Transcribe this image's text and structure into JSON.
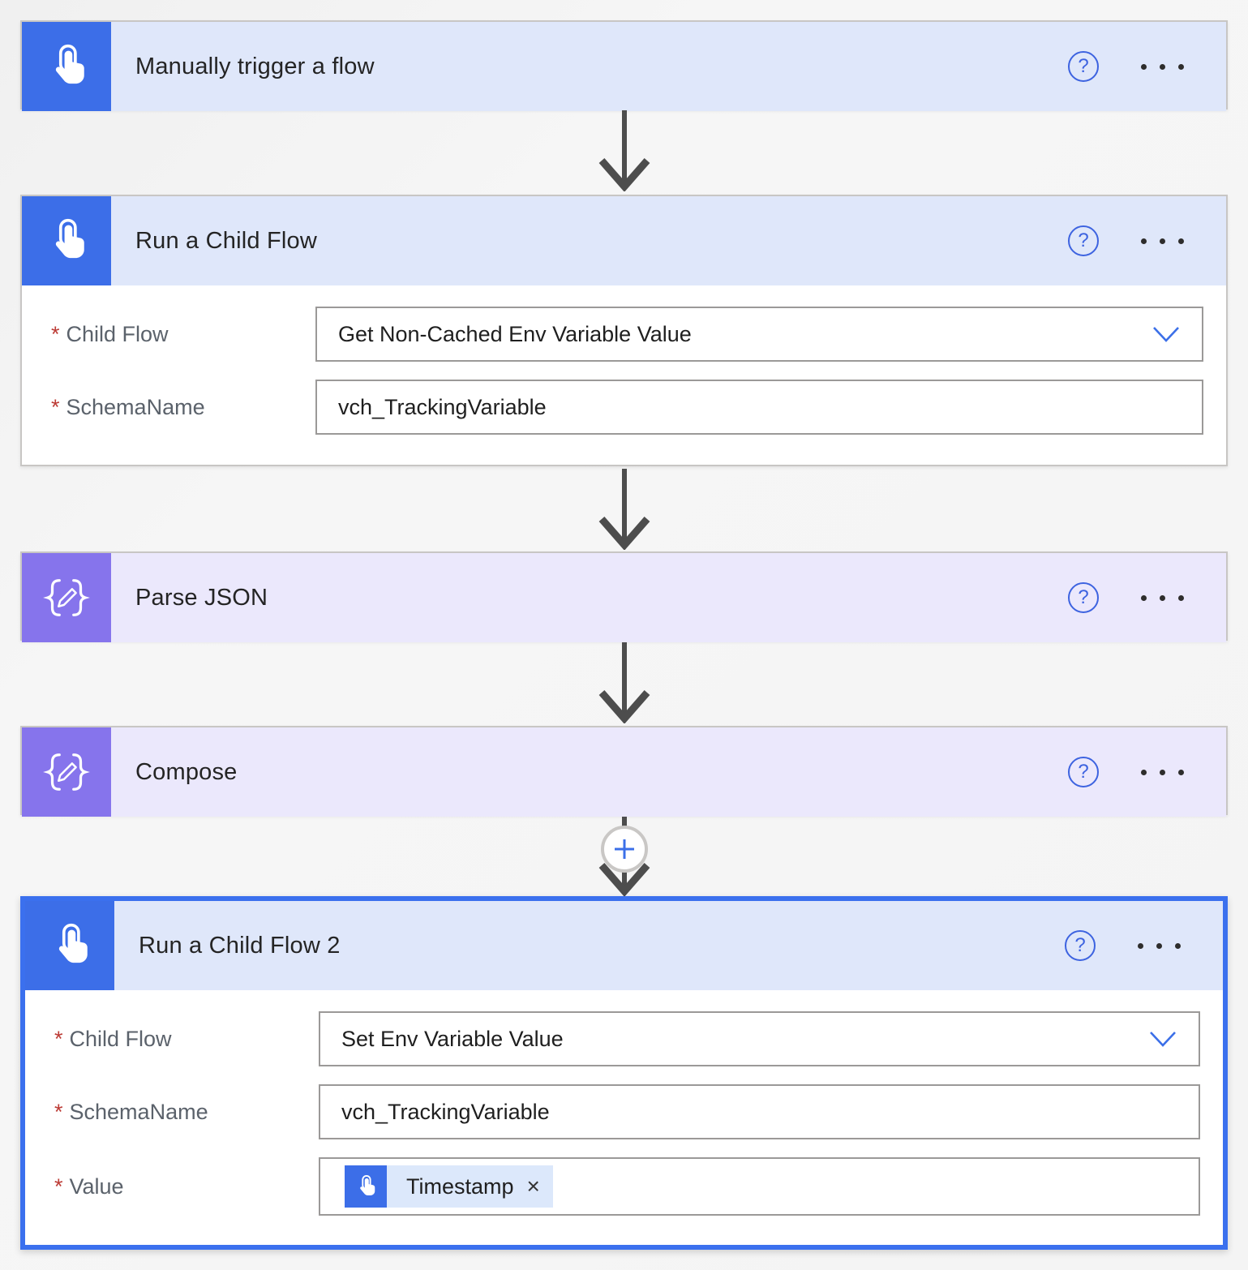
{
  "required_mark": "*",
  "icons": {
    "help_glyph": "?",
    "remove_glyph": "×"
  },
  "colors": {
    "action_blue": "#3c6ee8",
    "header_blue": "#dfe7fa",
    "action_purple": "#8674ec",
    "header_purple": "#ebe8fc",
    "selected_border": "#3b70ee",
    "help_icon": "#3d63e0",
    "required_red": "#bc3b35",
    "token_pill_bg": "#dce8fb"
  },
  "cards": {
    "trigger": {
      "title": "Manually trigger a flow"
    },
    "run_child_flow": {
      "title": "Run a Child Flow",
      "fields": {
        "child_flow": {
          "label": "Child Flow",
          "value": "Get Non-Cached Env Variable Value"
        },
        "schema_name": {
          "label": "SchemaName",
          "value": "vch_TrackingVariable"
        }
      }
    },
    "parse_json": {
      "title": "Parse JSON"
    },
    "compose": {
      "title": "Compose"
    },
    "run_child_flow_2": {
      "title": "Run a Child Flow 2",
      "fields": {
        "child_flow": {
          "label": "Child Flow",
          "value": "Set Env Variable Value"
        },
        "schema_name": {
          "label": "SchemaName",
          "value": "vch_TrackingVariable"
        },
        "value": {
          "label": "Value",
          "token": "Timestamp"
        }
      }
    }
  }
}
